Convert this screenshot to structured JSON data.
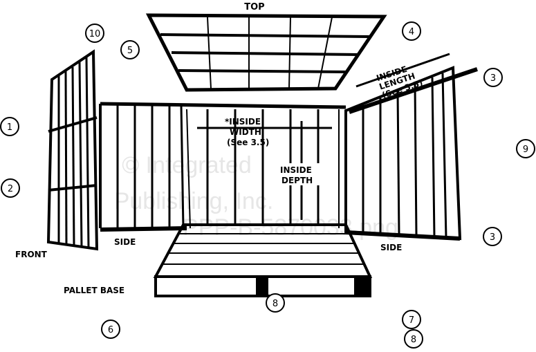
{
  "title": "TOP",
  "labels": {
    "front": "FRONT",
    "side_left": "SIDE",
    "side_right": "SIDE",
    "pallet_base": "PALLET BASE",
    "inside_width": [
      "*INSIDE",
      "WIDTH",
      "(See 3.5)"
    ],
    "inside_depth": [
      "INSIDE",
      "DEPTH"
    ],
    "inside_length": [
      "INSIDE",
      "LENGTH",
      "(See 3.5)"
    ]
  },
  "callouts": [
    "10",
    "5",
    "4",
    "3",
    "1",
    "9",
    "2",
    "3",
    "7",
    "8",
    "8",
    "6"
  ],
  "watermark": [
    "© Integrated",
    "Publishing, Inc.",
    "PPP-B-5870033.png"
  ]
}
